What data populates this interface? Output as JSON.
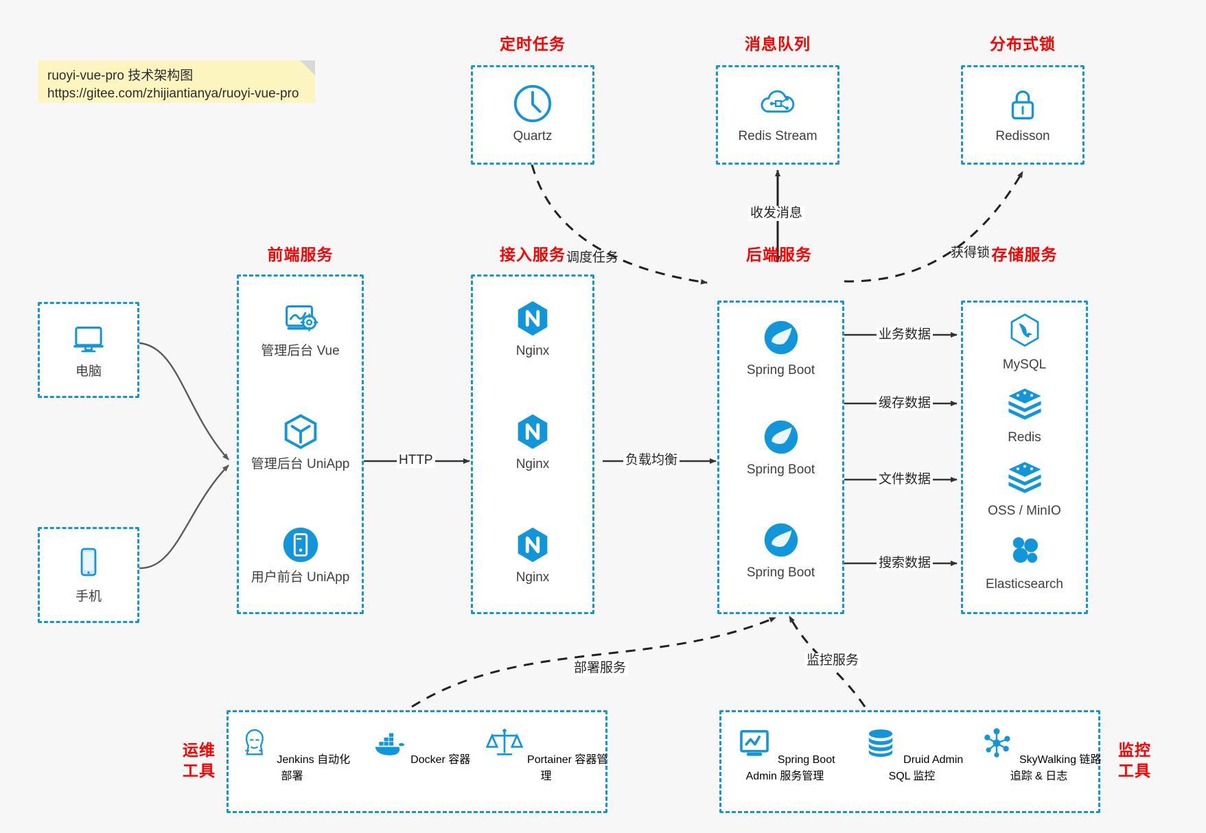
{
  "note": {
    "line1": "ruoyi-vue-pro 技术架构图",
    "line2": "https://gitee.com/zhijiantianya/ruoyi-vue-pro"
  },
  "accent_color": "#1296db",
  "label_color": "#ff0000",
  "groups": {
    "scheduled_task": {
      "label": "定时任务",
      "nodes": [
        {
          "name": "Quartz",
          "icon": "clock-icon"
        }
      ]
    },
    "message_queue": {
      "label": "消息队列",
      "nodes": [
        {
          "name": "Redis Stream",
          "icon": "cloud-network-icon"
        }
      ]
    },
    "distributed_lock": {
      "label": "分布式锁",
      "nodes": [
        {
          "name": "Redisson",
          "icon": "lock-icon"
        }
      ]
    },
    "clients": {
      "nodes": [
        {
          "name": "电脑",
          "icon": "desktop-icon"
        },
        {
          "name": "手机",
          "icon": "mobile-icon"
        }
      ]
    },
    "frontend": {
      "label": "前端服务",
      "nodes": [
        {
          "name": "管理后台 Vue",
          "icon": "dashboard-gear-icon"
        },
        {
          "name": "管理后台 UniApp",
          "icon": "cube-icon"
        },
        {
          "name": "用户前台 UniApp",
          "icon": "app-circle-icon"
        }
      ]
    },
    "gateway": {
      "label": "接入服务",
      "nodes": [
        {
          "name": "Nginx",
          "icon": "nginx-icon"
        },
        {
          "name": "Nginx",
          "icon": "nginx-icon"
        },
        {
          "name": "Nginx",
          "icon": "nginx-icon"
        }
      ]
    },
    "backend": {
      "label": "后端服务",
      "nodes": [
        {
          "name": "Spring Boot",
          "icon": "spring-boot-icon"
        },
        {
          "name": "Spring Boot",
          "icon": "spring-boot-icon"
        },
        {
          "name": "Spring Boot",
          "icon": "spring-boot-icon"
        }
      ]
    },
    "storage": {
      "label": "存储服务",
      "nodes": [
        {
          "name": "MySQL",
          "icon": "mysql-icon"
        },
        {
          "name": "Redis",
          "icon": "redis-icon"
        },
        {
          "name": "OSS / MinIO",
          "icon": "redis-icon"
        },
        {
          "name": "Elasticsearch",
          "icon": "elasticsearch-icon"
        }
      ]
    },
    "devops": {
      "label": "运维\n工具",
      "label_line1": "运维",
      "label_line2": "工具",
      "nodes": [
        {
          "name": "Jenkins",
          "desc": "自动化部署",
          "icon": "jenkins-icon"
        },
        {
          "name": "Docker",
          "desc": "容器",
          "icon": "docker-icon"
        },
        {
          "name": "Portainer",
          "desc": "容器管理",
          "icon": "scales-icon"
        }
      ]
    },
    "monitoring": {
      "label_line1": "监控",
      "label_line2": "工具",
      "nodes": [
        {
          "name": "Spring Boot Admin",
          "desc": "服务管理",
          "icon": "monitor-chart-icon"
        },
        {
          "name": "Druid Admin",
          "desc": "SQL 监控",
          "icon": "database-icon"
        },
        {
          "name": "SkyWalking",
          "desc": "链路追踪 & 日志",
          "icon": "skywalking-icon"
        }
      ]
    }
  },
  "edges": {
    "http": "HTTP",
    "load_balance": "负载均衡",
    "schedule_task": "调度任务",
    "send_receive_message": "收发消息",
    "acquire_lock": "获得锁",
    "business_data": "业务数据",
    "cache_data": "缓存数据",
    "file_data": "文件数据",
    "search_data": "搜索数据",
    "deploy_service": "部署服务",
    "monitor_service": "监控服务"
  }
}
